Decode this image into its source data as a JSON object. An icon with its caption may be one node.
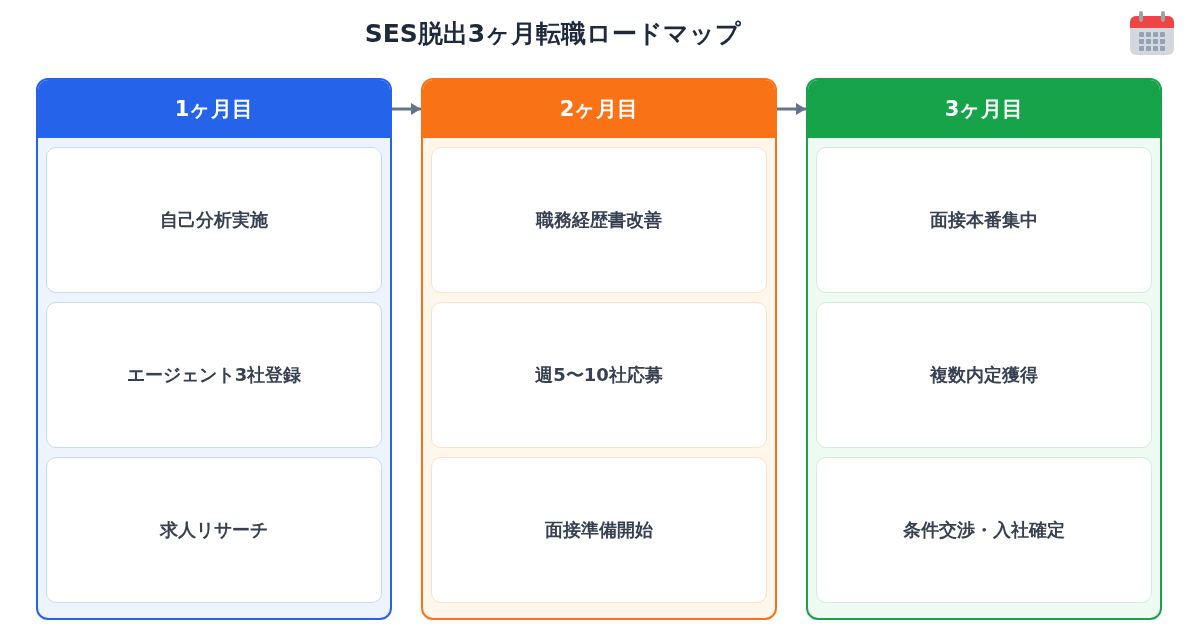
{
  "diagram": {
    "title": "SES脱出3ヶ月転職ロードマップ",
    "nodes": [
      {
        "text": [
          "1ヶ月目"
        ]
      },
      {
        "text": [
          "自己分析実施"
        ],
        "in": 0
      },
      {
        "text": [
          "エージェント3社登録"
        ],
        "in": 0
      },
      {
        "text": [
          "求人リサーチ"
        ],
        "in": 0
      },
      {
        "text": [
          "2ヶ月目"
        ]
      },
      {
        "text": [
          "職務経歴書改善"
        ],
        "in": 4
      },
      {
        "text": [
          "週5〜10社応募"
        ],
        "in": 4
      },
      {
        "text": [
          "面接準備開始"
        ],
        "in": 4
      },
      {
        "text": [
          "3ヶ月目"
        ]
      },
      {
        "text": [
          "面接本番集中"
        ],
        "in": 8
      },
      {
        "text": [
          "複数内定獲得"
        ],
        "in": 8
      },
      {
        "text": [
          "条件交渉・入社確定"
        ],
        "in": 8
      }
    ],
    "edges": [
      {
        "from": 0,
        "to": 4,
        "arrow": "to"
      },
      {
        "from": 4,
        "to": 8,
        "arrow": "to"
      }
    ]
  }
}
